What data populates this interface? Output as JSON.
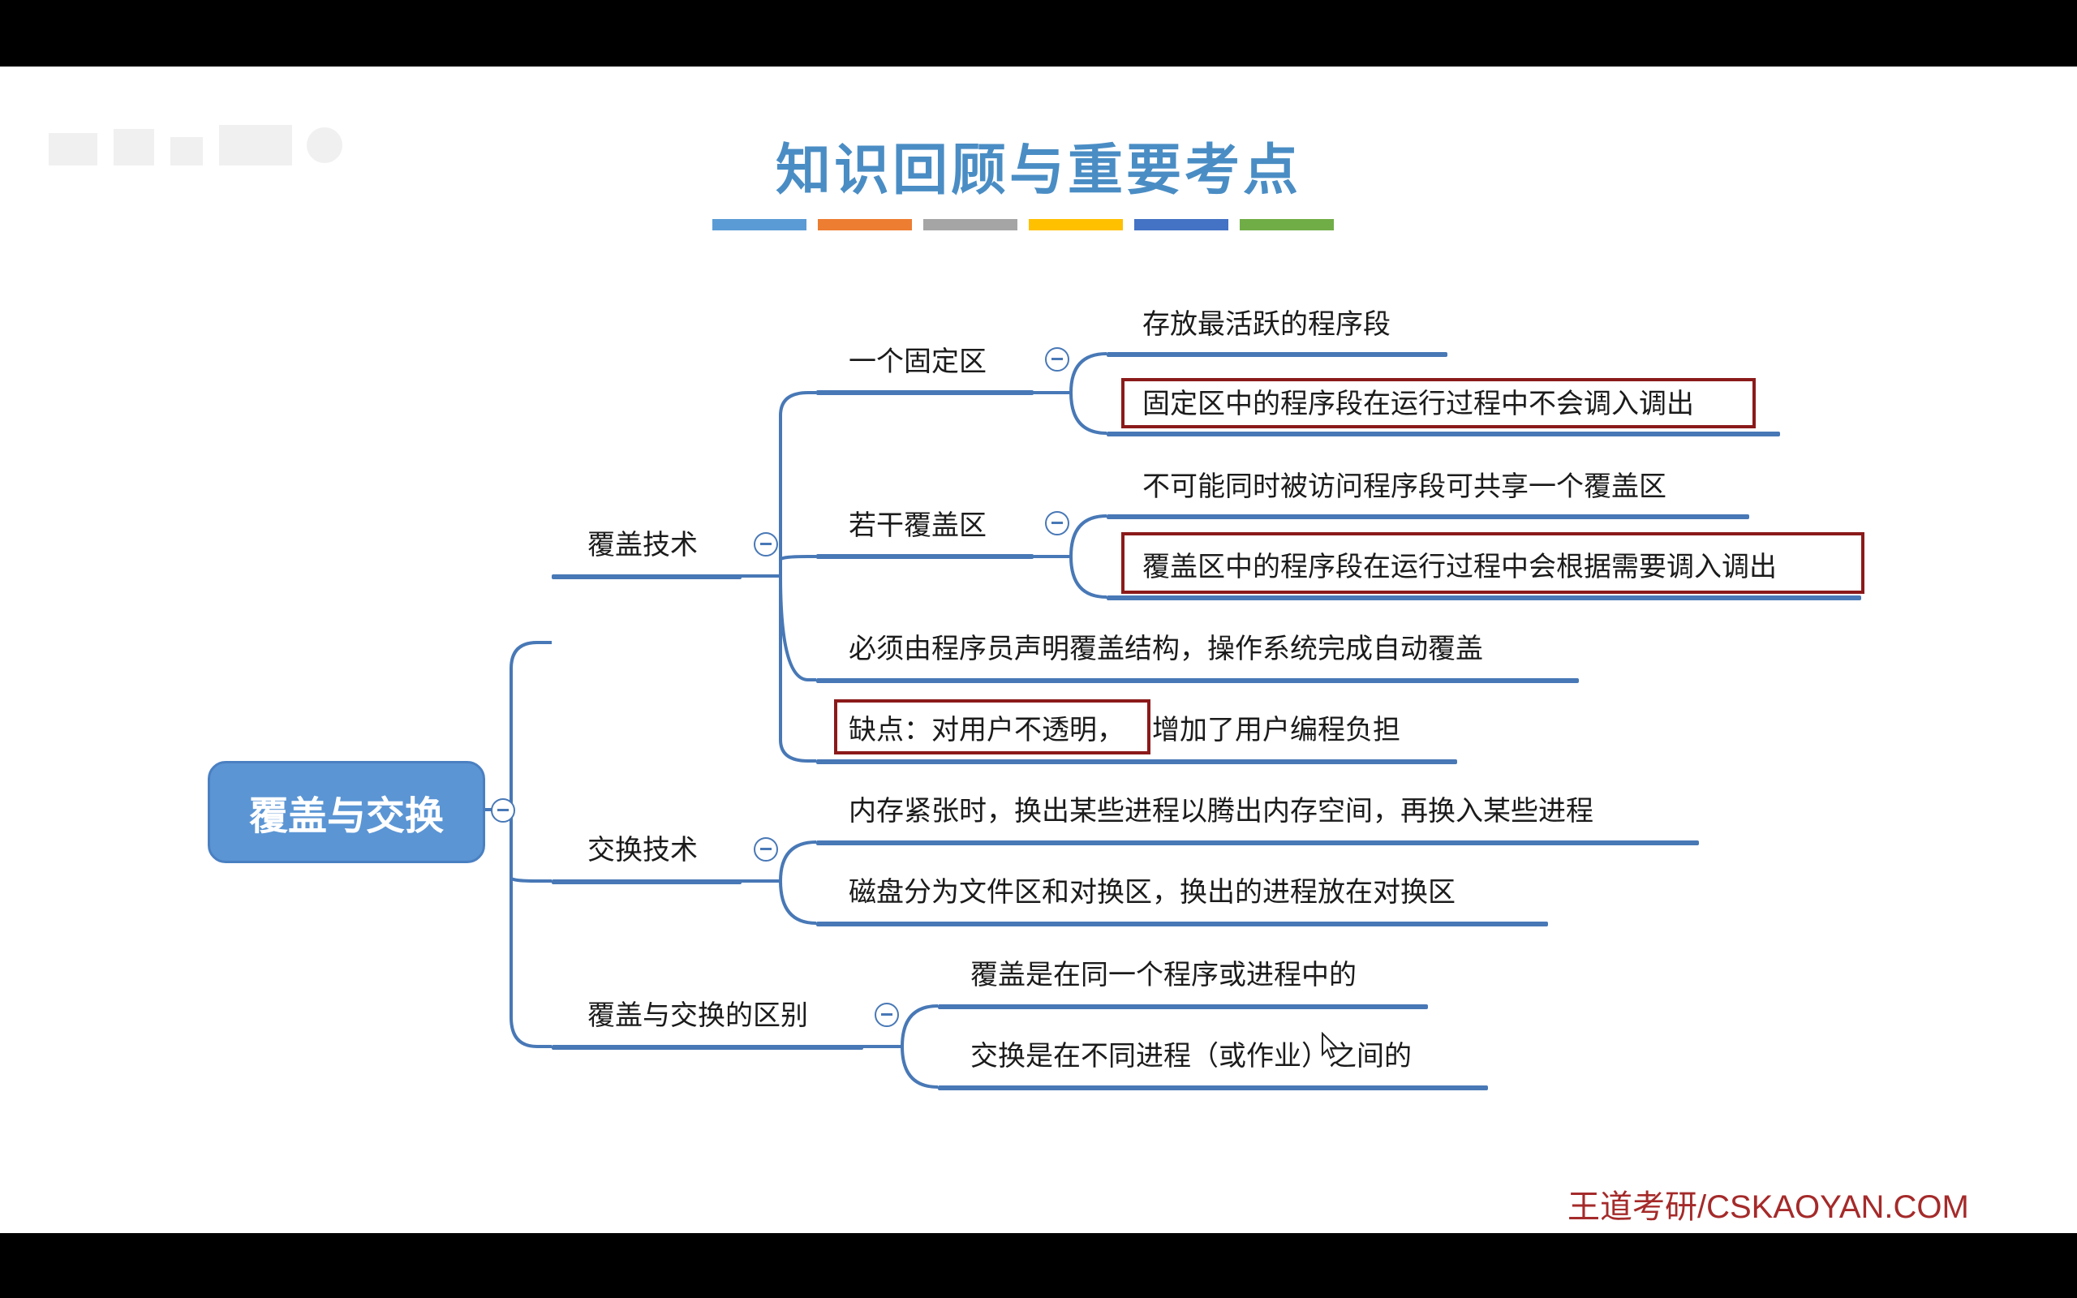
{
  "title": "知识回顾与重要考点",
  "title_stripes": [
    "#5b9bd5",
    "#ed7d31",
    "#a5a5a5",
    "#ffc000",
    "#4472c4",
    "#70ad47"
  ],
  "root": "覆盖与交换",
  "branches": {
    "overlay": {
      "label": "覆盖技术",
      "fixed_area": {
        "label": "一个固定区",
        "items": [
          "存放最活跃的程序段",
          "固定区中的程序段在运行过程中不会调入调出"
        ]
      },
      "overlay_areas": {
        "label": "若干覆盖区",
        "items": [
          "不可能同时被访问程序段可共享一个覆盖区",
          "覆盖区中的程序段在运行过程中会根据需要调入调出"
        ]
      },
      "declare": "必须由程序员声明覆盖结构，操作系统完成自动覆盖",
      "drawback_part1": "缺点：对用户不透明，",
      "drawback_part2": "增加了用户编程负担"
    },
    "swap": {
      "label": "交换技术",
      "items": [
        "内存紧张时，换出某些进程以腾出内存空间，再换入某些进程",
        "磁盘分为文件区和对换区，换出的进程放在对换区"
      ]
    },
    "difference": {
      "label": "覆盖与交换的区别",
      "items": [
        "覆盖是在同一个程序或进程中的",
        "交换是在不同进程（或作业）之间的"
      ]
    }
  },
  "watermark": "王道考研/CSKAOYAN.COM",
  "colors": {
    "line": "#4878b6",
    "root_fill": "#5b95d4",
    "highlight": "#8b1a1a",
    "title": "#4a8dc4"
  }
}
